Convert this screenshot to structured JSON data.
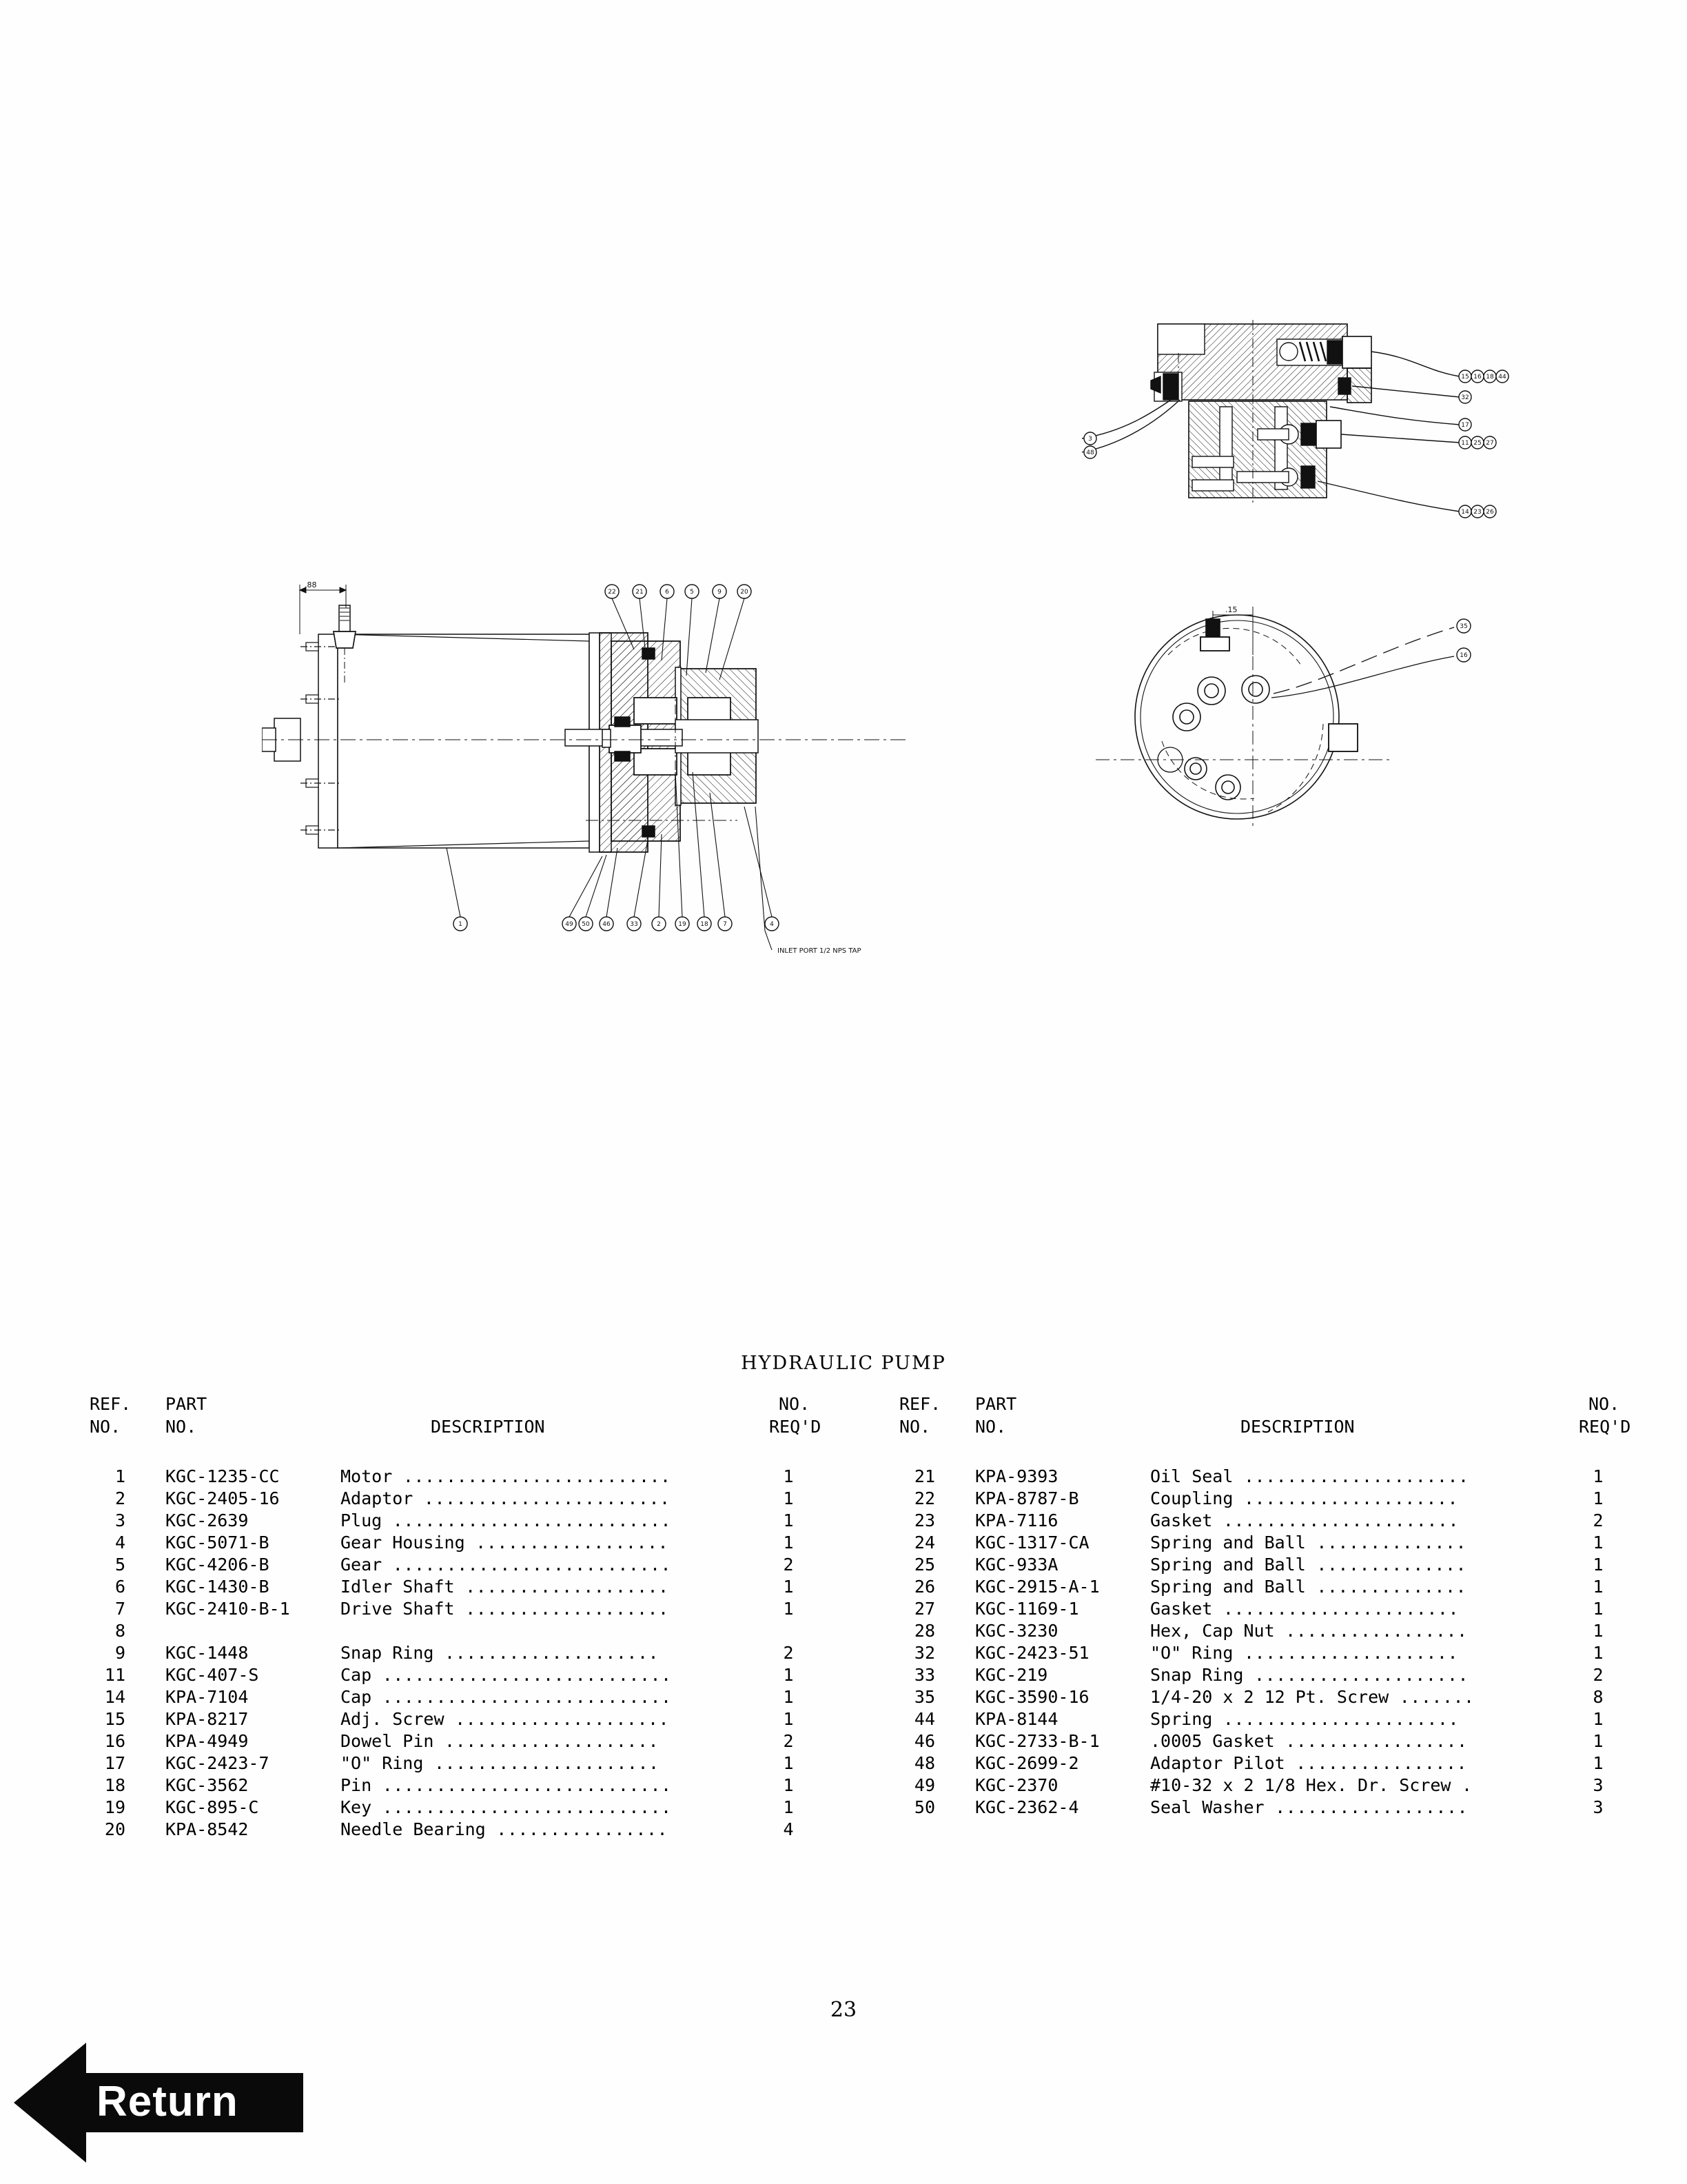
{
  "document": {
    "assembly_title": "HYDRAULIC PUMP",
    "page_number": "23"
  },
  "table_headers": {
    "ref": "REF.",
    "ref2": "NO.",
    "part": "PART",
    "part2": "NO.",
    "description": "DESCRIPTION",
    "no": "NO.",
    "reqd": "REQ'D"
  },
  "parts_left": [
    {
      "ref": "1",
      "part": "KGC-1235-CC",
      "desc": "Motor",
      "leader": " .........................",
      "qty": "1"
    },
    {
      "ref": "2",
      "part": "KGC-2405-16",
      "desc": "Adaptor",
      "leader": " .......................",
      "qty": "1"
    },
    {
      "ref": "3",
      "part": "KGC-2639",
      "desc": "Plug",
      "leader": " ..........................",
      "qty": "1"
    },
    {
      "ref": "4",
      "part": "KGC-5071-B",
      "desc": "Gear Housing",
      "leader": " ..................",
      "qty": "1"
    },
    {
      "ref": "5",
      "part": "KGC-4206-B",
      "desc": "Gear",
      "leader": " ..........................",
      "qty": "2"
    },
    {
      "ref": "6",
      "part": "KGC-1430-B",
      "desc": "Idler Shaft",
      "leader": " ...................",
      "qty": "1"
    },
    {
      "ref": "7",
      "part": "KGC-2410-B-1",
      "desc": "Drive Shaft",
      "leader": " ...................",
      "qty": "1"
    },
    {
      "ref": "8",
      "part": "",
      "desc": "",
      "leader": "",
      "qty": ""
    },
    {
      "ref": "9",
      "part": "KGC-1448",
      "desc": "Snap Ring",
      "leader": " ....................",
      "qty": "2"
    },
    {
      "ref": "11",
      "part": "KGC-407-S",
      "desc": "Cap",
      "leader": " ...........................",
      "qty": "1"
    },
    {
      "ref": "14",
      "part": "KPA-7104",
      "desc": "Cap",
      "leader": " ...........................",
      "qty": "1"
    },
    {
      "ref": "15",
      "part": "KPA-8217",
      "desc": "Adj. Screw",
      "leader": " ....................",
      "qty": "1"
    },
    {
      "ref": "16",
      "part": "KPA-4949",
      "desc": "Dowel Pin",
      "leader": " ....................",
      "qty": "2"
    },
    {
      "ref": "17",
      "part": "KGC-2423-7",
      "desc": "\"O\" Ring",
      "leader": " .....................",
      "qty": "1"
    },
    {
      "ref": "18",
      "part": "KGC-3562",
      "desc": "Pin",
      "leader": " ...........................",
      "qty": "1"
    },
    {
      "ref": "19",
      "part": "KGC-895-C",
      "desc": "Key",
      "leader": " ...........................",
      "qty": "1"
    },
    {
      "ref": "20",
      "part": "KPA-8542",
      "desc": "Needle Bearing",
      "leader": " ................",
      "qty": "4"
    }
  ],
  "parts_right": [
    {
      "ref": "21",
      "part": "KPA-9393",
      "desc": "Oil Seal",
      "leader": " .....................",
      "qty": "1"
    },
    {
      "ref": "22",
      "part": "KPA-8787-B",
      "desc": "Coupling",
      "leader": " ....................",
      "qty": "1"
    },
    {
      "ref": "23",
      "part": "KPA-7116",
      "desc": "Gasket",
      "leader": " ......................",
      "qty": "2"
    },
    {
      "ref": "24",
      "part": "KGC-1317-CA",
      "desc": "Spring and Ball",
      "leader": " ..............",
      "qty": "1"
    },
    {
      "ref": "25",
      "part": "KGC-933A",
      "desc": "Spring and Ball",
      "leader": " ..............",
      "qty": "1"
    },
    {
      "ref": "26",
      "part": "KGC-2915-A-1",
      "desc": "Spring and Ball",
      "leader": " ..............",
      "qty": "1"
    },
    {
      "ref": "27",
      "part": "KGC-1169-1",
      "desc": "Gasket",
      "leader": " ......................",
      "qty": "1"
    },
    {
      "ref": "28",
      "part": "KGC-3230",
      "desc": "Hex, Cap Nut",
      "leader": " .................",
      "qty": "1"
    },
    {
      "ref": "32",
      "part": "KGC-2423-51",
      "desc": "\"O\" Ring",
      "leader": " ....................",
      "qty": "1"
    },
    {
      "ref": "33",
      "part": "KGC-219",
      "desc": "Snap Ring",
      "leader": " ....................",
      "qty": "2"
    },
    {
      "ref": "35",
      "part": "KGC-3590-16",
      "desc": "1/4-20 x 2 12 Pt. Screw",
      "leader": " .......",
      "qty": "8"
    },
    {
      "ref": "44",
      "part": "KPA-8144",
      "desc": "Spring",
      "leader": " ......................",
      "qty": "1"
    },
    {
      "ref": "46",
      "part": "KGC-2733-B-1",
      "desc": ".0005 Gasket",
      "leader": " .................",
      "qty": "1"
    },
    {
      "ref": "48",
      "part": "KGC-2699-2",
      "desc": "Adaptor Pilot",
      "leader": " ................",
      "qty": "1"
    },
    {
      "ref": "49",
      "part": "KGC-2370",
      "desc": "#10-32 x 2 1/8 Hex. Dr. Screw",
      "leader": " .",
      "qty": "3"
    },
    {
      "ref": "50",
      "part": "KGC-2362-4",
      "desc": "Seal Washer",
      "leader": " ..................",
      "qty": "3"
    }
  ],
  "figures": {
    "main_assembly": {
      "dimension_label": ".88",
      "note": "INLET PORT 1/2 NPS TAP",
      "callouts_top": [
        "22",
        "21",
        "6",
        "5",
        "9",
        "20"
      ],
      "callouts_bottom": [
        "49",
        "50",
        "46",
        "33",
        "2",
        "19",
        "18",
        "7",
        "4"
      ],
      "callout_motor": "1"
    },
    "valve_detail": {
      "callouts_left": [
        "3",
        "48"
      ],
      "callout_groups_right": [
        [
          "15",
          "16",
          "18",
          "44"
        ],
        [
          "32"
        ],
        [
          "17"
        ],
        [
          "11",
          "25",
          "27"
        ],
        [
          "14",
          "23",
          "26"
        ]
      ]
    },
    "end_view": {
      "dimension_label": ".15",
      "callouts": [
        "35",
        "16"
      ]
    }
  },
  "navigation": {
    "return_label": "Return"
  }
}
